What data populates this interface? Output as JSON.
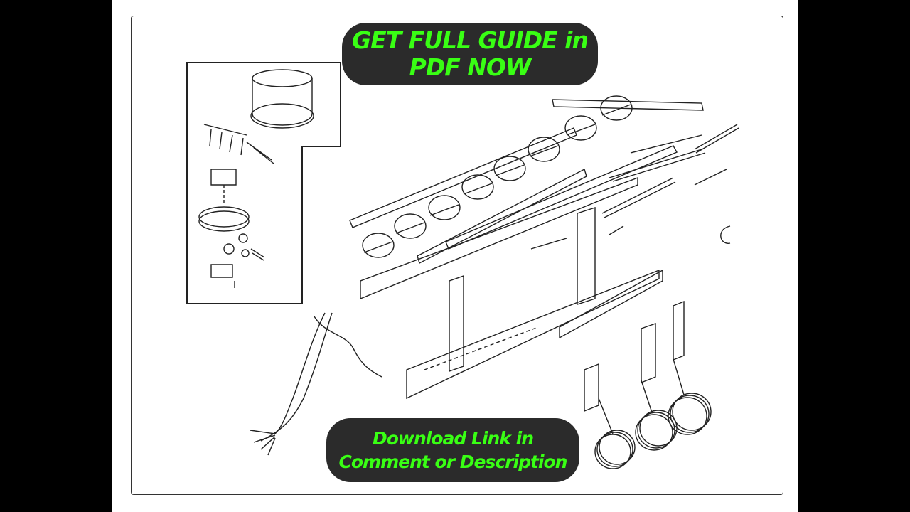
{
  "banner_top": {
    "line1": "GET FULL GUIDE in",
    "line2": "PDF NOW"
  },
  "banner_bottom": {
    "line1": "Download Link in",
    "line2": "Comment or Description"
  },
  "colors": {
    "banner_background": "#2b2b2b",
    "banner_text": "#39ff14",
    "letterbox": "#000000",
    "page": "#ffffff",
    "line_art": "#222222"
  }
}
